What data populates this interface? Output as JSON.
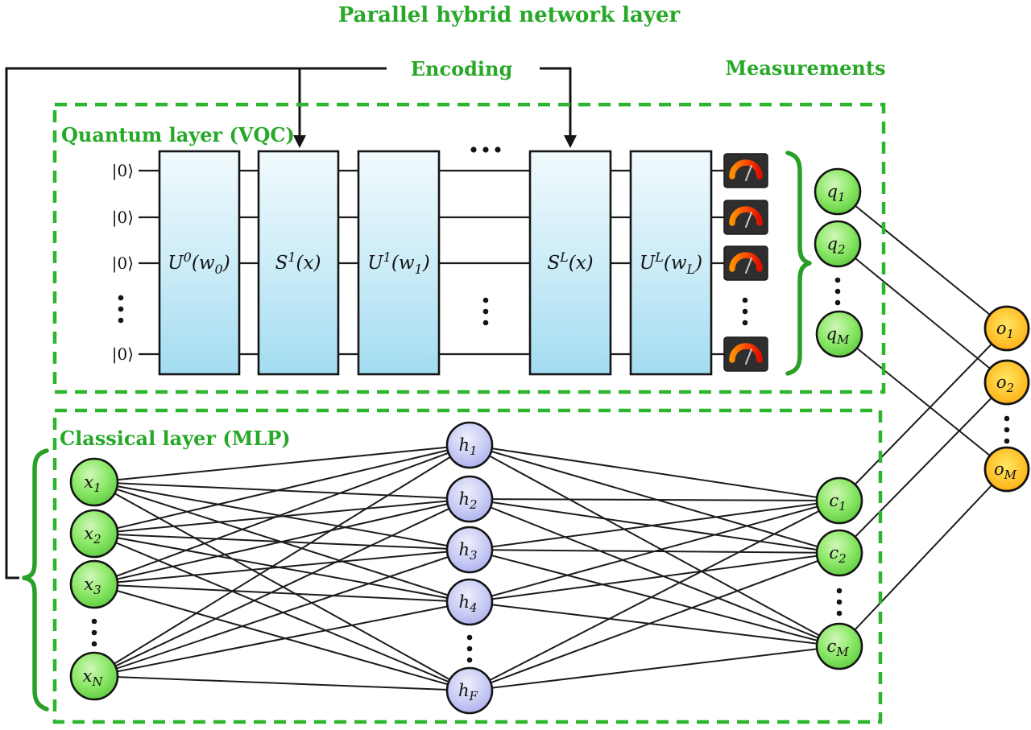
{
  "title": "Parallel hybrid network layer",
  "labels": {
    "encoding": "Encoding",
    "measurements": "Measurements",
    "quantum_layer": "Quantum layer (VQC)",
    "classical_layer": "Classical layer (MLP)"
  },
  "colors": {
    "accent_green": "#28a828",
    "dashed_border_green": "#2db52d",
    "node_green": "#7ce05a",
    "node_lavender": "#c6c9f3",
    "node_orange": "#ffbf27",
    "gate_blue": "#aadef2",
    "gauge_background": "#2e2e2e",
    "gauge_arc_orange": "#ff9000",
    "gauge_arc_red": "#e01000",
    "line_black": "#1a1a1a"
  },
  "quantum": {
    "ket": "|0⟩",
    "gates": [
      {
        "b1": "U",
        "sup": "0",
        "b2": "(w",
        "sub": "0",
        "b3": ")"
      },
      {
        "b1": "S",
        "sup": "1",
        "b2": "(x)",
        "sub": "",
        "b3": ""
      },
      {
        "b1": "U",
        "sup": "1",
        "b2": "(w",
        "sub": "1",
        "b3": ")"
      },
      {
        "b1": "S",
        "sup": "L",
        "b2": "(x)",
        "sub": "",
        "b3": ""
      },
      {
        "b1": "U",
        "sup": "L",
        "b2": "(w",
        "sub": "L",
        "b3": ")"
      }
    ],
    "outputs": [
      {
        "b": "q",
        "s": "1"
      },
      {
        "b": "q",
        "s": "2"
      },
      {
        "b": "q",
        "s": "M"
      }
    ]
  },
  "classical": {
    "inputs": [
      {
        "b": "x",
        "s": "1"
      },
      {
        "b": "x",
        "s": "2"
      },
      {
        "b": "x",
        "s": "3"
      },
      {
        "b": "x",
        "s": "N"
      }
    ],
    "hidden": [
      {
        "b": "h",
        "s": "1"
      },
      {
        "b": "h",
        "s": "2"
      },
      {
        "b": "h",
        "s": "3"
      },
      {
        "b": "h",
        "s": "4"
      },
      {
        "b": "h",
        "s": "F"
      }
    ],
    "outputs": [
      {
        "b": "c",
        "s": "1"
      },
      {
        "b": "c",
        "s": "2"
      },
      {
        "b": "c",
        "s": "M"
      }
    ]
  },
  "outputs": [
    {
      "b": "o",
      "s": "1"
    },
    {
      "b": "o",
      "s": "2"
    },
    {
      "b": "o",
      "s": "M"
    }
  ]
}
